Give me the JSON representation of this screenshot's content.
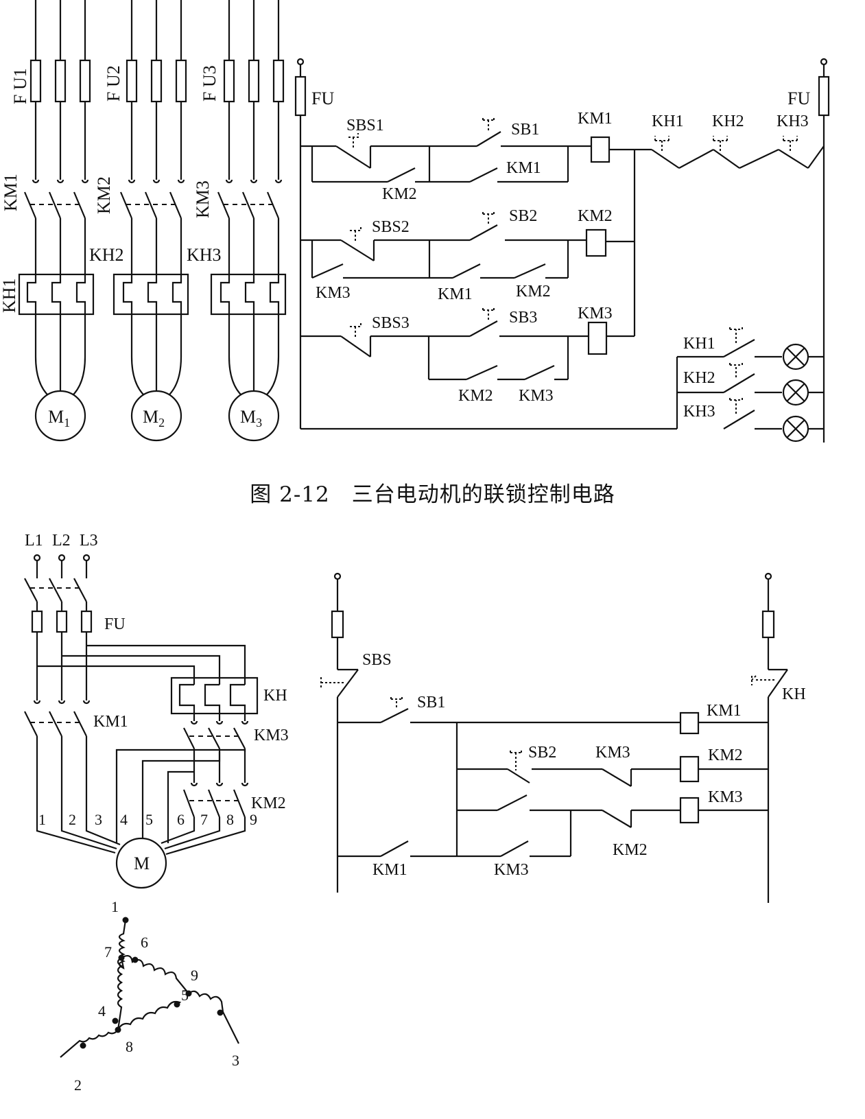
{
  "figure_top": {
    "caption": "图 2-12　三台电动机的联锁控制电路",
    "motors": [
      "M1",
      "M2",
      "M3"
    ],
    "fuses": [
      "F U1",
      "F U2",
      "F U3"
    ],
    "main_contactors": [
      "KM1",
      "KM2",
      "KM3"
    ],
    "thermal_relays": [
      "KH1",
      "KH2",
      "KH3"
    ],
    "control": {
      "fuse_left": "FU",
      "fuse_right": "FU",
      "row1": {
        "stop": "SBS1",
        "start": "SB1",
        "interlock": "KM2",
        "hold": "KM1",
        "coil": "KM1"
      },
      "row2": {
        "stop": "SBS2",
        "start": "SB2",
        "interlock": "KM3",
        "aux1": "KM1",
        "hold": "KM2",
        "coil": "KM2"
      },
      "row3": {
        "stop": "SBS3",
        "start": "SB3",
        "aux1": "KM2",
        "hold": "KM3",
        "coil": "KM3"
      },
      "overload_contacts": [
        "KH1",
        "KH2",
        "KH3"
      ],
      "lamps": [
        "KH1",
        "KH2",
        "KH3"
      ]
    }
  },
  "figure_bottom": {
    "phases": [
      "L1",
      "L2",
      "L3"
    ],
    "fuse": "FU",
    "thermal": "KH",
    "contactors": {
      "km1": "KM1",
      "km2": "KM2",
      "km3": "KM3"
    },
    "terminals": [
      "1",
      "2",
      "3",
      "4",
      "5",
      "6",
      "7",
      "8",
      "9"
    ],
    "motor": "M",
    "control": {
      "stop": "SBS",
      "start1": "SB1",
      "start2": "SB2",
      "kh": "KH",
      "coils": [
        "KM1",
        "KM2",
        "KM3"
      ],
      "interlock_km3": "KM3",
      "interlock_km2": "KM2",
      "hold_km1": "KM1",
      "hold_km3": "KM3"
    },
    "winding_labels": [
      "1",
      "2",
      "3",
      "4",
      "5",
      "6",
      "7",
      "8",
      "9"
    ]
  }
}
